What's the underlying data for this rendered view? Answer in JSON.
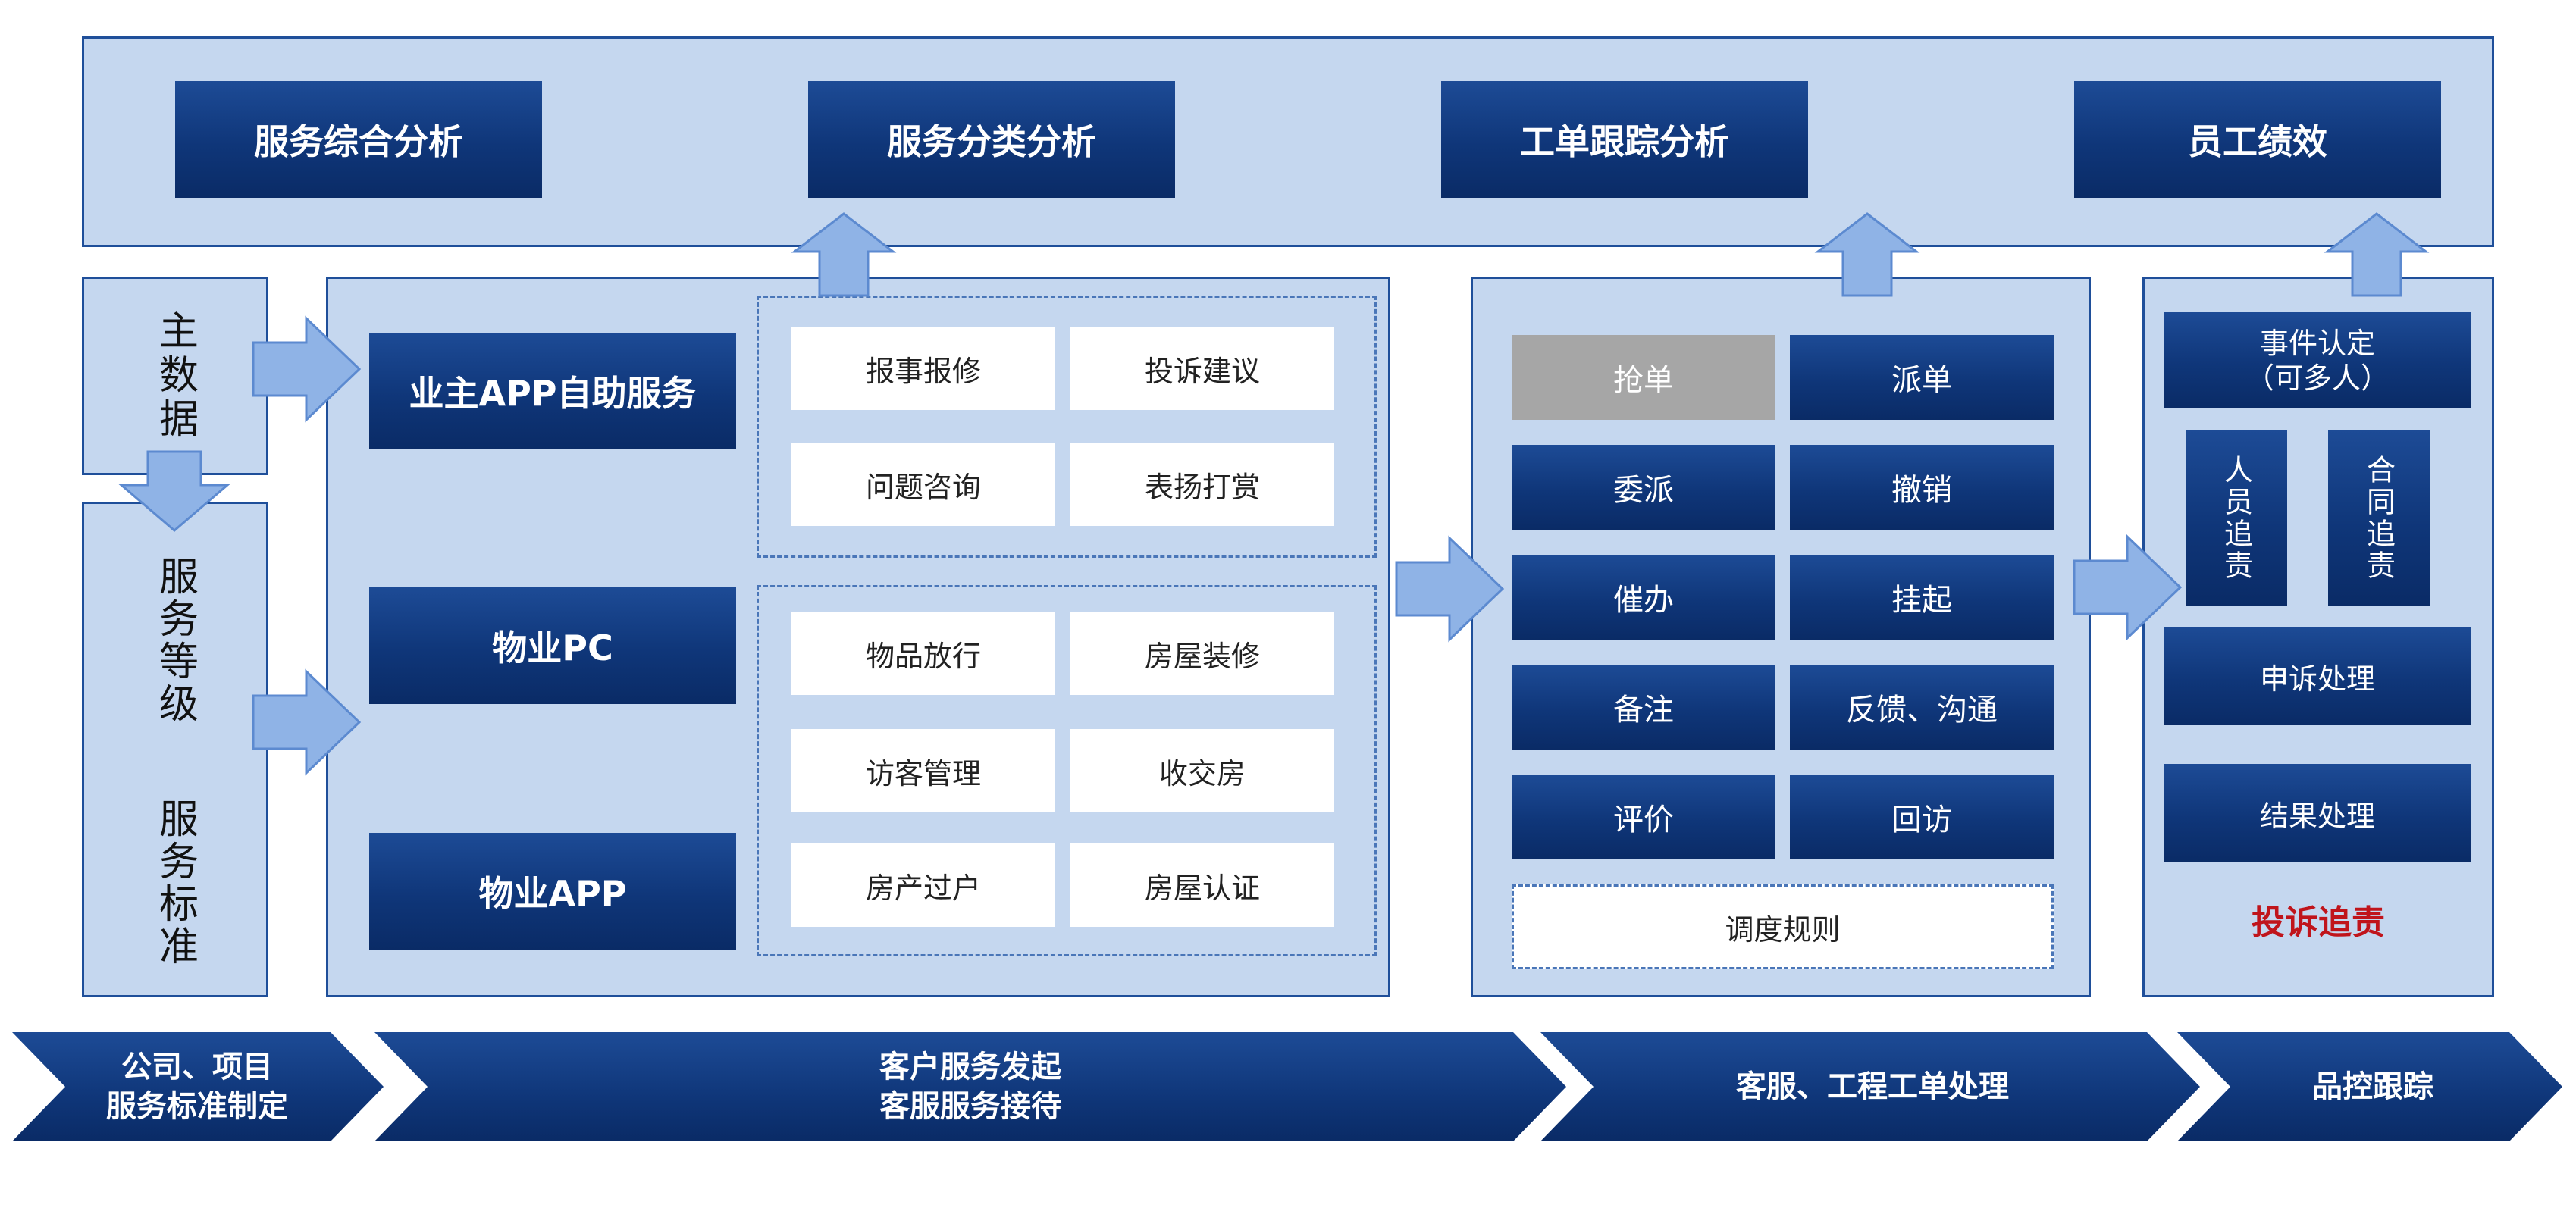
{
  "analysis": [
    "服务综合分析",
    "服务分类分析",
    "工单跟踪分析",
    "员工绩效"
  ],
  "master_data": "主数据",
  "service_level": "服务等级",
  "service_standard": "服务标准",
  "channels": [
    "业主APP自助服务",
    "物业PC",
    "物业APP"
  ],
  "owner_services": [
    "报事报修",
    "投诉建议",
    "问题咨询",
    "表扬打赏"
  ],
  "property_services": [
    "物品放行",
    "房屋装修",
    "访客管理",
    "收交房",
    "房产过户",
    "房屋认证"
  ],
  "dispatch": [
    "抢单",
    "派单",
    "委派",
    "撤销",
    "催办",
    "挂起",
    "备注",
    "反馈、沟通",
    "评价",
    "回访"
  ],
  "dispatch_rule": "调度规则",
  "quality": {
    "event_line1": "事件认定",
    "event_line2": "（可多人）",
    "person": "人员追责",
    "contract": "合同追责",
    "appeal": "申诉处理",
    "result": "结果处理",
    "title": "投诉追责",
    "title_color": "#c0141b"
  },
  "stages": [
    {
      "line1": "公司、项目",
      "line2": "服务标准制定"
    },
    {
      "line1": "客户服务发起",
      "line2": "客服服务接待"
    },
    {
      "line1": "客服、工程工单处理",
      "line2": ""
    },
    {
      "line1": "品控跟踪",
      "line2": ""
    }
  ],
  "colors": {
    "navy": "#0f3679",
    "panel": "#c5d7ef",
    "arrow": "#8fb3e6",
    "gray": "#a6a6a6"
  }
}
